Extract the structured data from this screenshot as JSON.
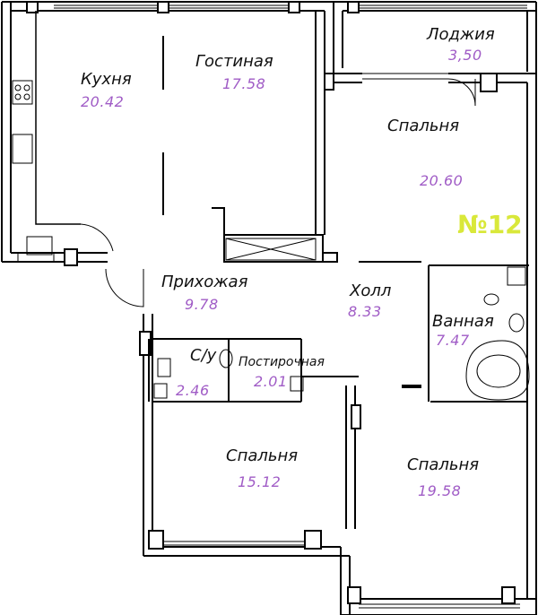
{
  "apartment_number": "№12",
  "rooms": {
    "kitchen": {
      "name": "Кухня",
      "area": "20.42"
    },
    "living": {
      "name": "Гостиная",
      "area": "17.58"
    },
    "loggia": {
      "name": "Лоджия",
      "area": "3,50"
    },
    "bedroom1": {
      "name": "Спальня",
      "area": "20.60"
    },
    "hallway": {
      "name": "Прихожая",
      "area": "9.78"
    },
    "hall": {
      "name": "Холл",
      "area": "8.33"
    },
    "bathroom": {
      "name": "Ванная",
      "area": "7.47"
    },
    "wc": {
      "name": "С/у",
      "area": "2.46"
    },
    "laundry": {
      "name": "Постирочная",
      "area": "2.01"
    },
    "bedroom2": {
      "name": "Спальня",
      "area": "15.12"
    },
    "bedroom3": {
      "name": "Спальня",
      "area": "19.58"
    }
  },
  "colors": {
    "wall": "#000000",
    "area_text": "#a05cc6",
    "apt_number": "#d9e83a"
  }
}
